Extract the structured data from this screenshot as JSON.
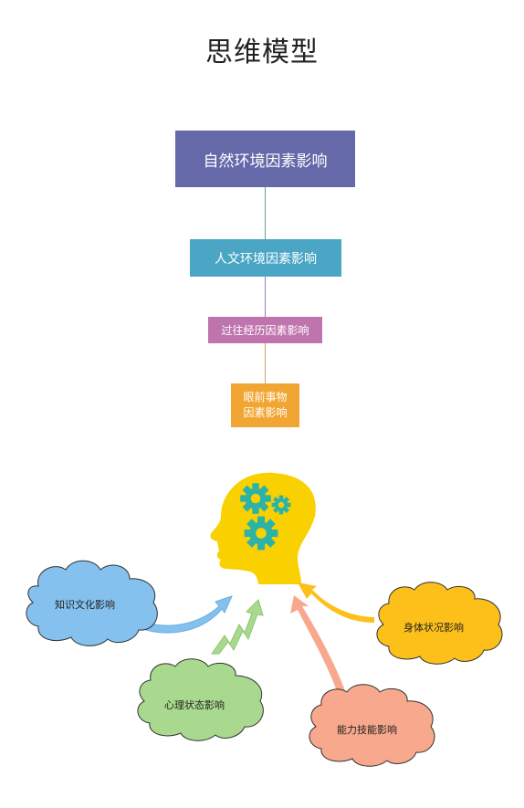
{
  "title": "思维模型",
  "boxes": [
    {
      "label": "自然环境因素影响",
      "color": "#6569A9"
    },
    {
      "label": "人文环境因素影响",
      "color": "#4BA6C5"
    },
    {
      "label": "过往经历因素影响",
      "color": "#BF74AE"
    },
    {
      "label_line1": "眼前事物",
      "label_line2": "因素影响",
      "color": "#F1A532"
    }
  ],
  "connectors": [
    "#58A58F",
    "#9A78B0",
    "#D7A468"
  ],
  "clouds": [
    {
      "label": "知识文化影响",
      "color": "#84C1EE"
    },
    {
      "label": "心理状态影响",
      "color": "#A9D98E"
    },
    {
      "label": "能力技能影响",
      "color": "#F7A88D"
    },
    {
      "label": "身体状况影响",
      "color": "#FDC01A"
    }
  ],
  "head": {
    "icon": "head-with-gears-icon",
    "color": "#F9D000",
    "gear_color": "#2CB3A6"
  }
}
